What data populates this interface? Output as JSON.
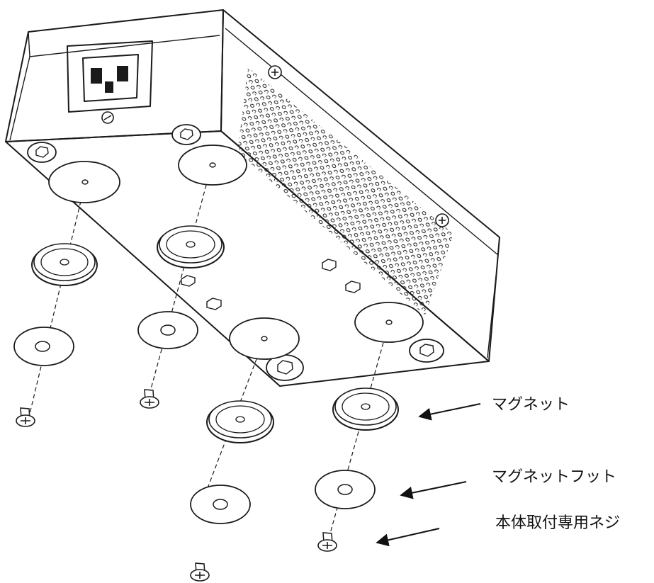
{
  "labels": {
    "magnet": "マグネット",
    "magnet_foot": "マグネットフット",
    "screw": "本体取付専用ネジ"
  }
}
